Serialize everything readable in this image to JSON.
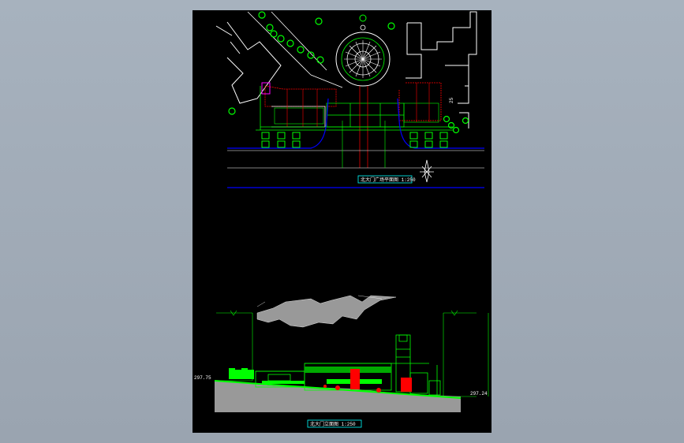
{
  "drawing": {
    "plan_title": "北大门广场平面图 1:250",
    "elevation_title": "北大门立面图 1:250",
    "plan_number_label": "25",
    "left_level_label": "297.75",
    "right_level_label": "297.24",
    "colors": {
      "canvas": "#000000",
      "background": "#a0aab6",
      "line_white": "#ffffff",
      "line_green": "#00ff00",
      "line_blue": "#0000ff",
      "line_red": "#ff0000",
      "line_cyan": "#00ffff",
      "line_magenta": "#ff00ff",
      "fill_grey": "#999999"
    }
  }
}
